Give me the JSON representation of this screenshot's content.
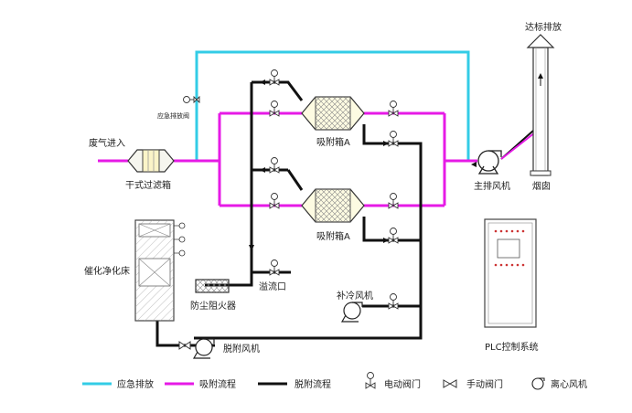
{
  "labels": {
    "inlet": "废气进入",
    "dry_filter": "干式过滤箱",
    "emergency_valve": "应急排放阀",
    "adsorber_a1": "吸附箱A",
    "adsorber_a2": "吸附箱A",
    "main_fan": "主排风机",
    "chimney": "烟囱",
    "discharge": "达标排放",
    "catalytic_bed": "催化净化床",
    "flame_arrester": "防尘阻火器",
    "overflow": "溢流口",
    "cooling_fan": "补冷风机",
    "desorption_fan": "脱附风机",
    "plc": "PLC控制系统"
  },
  "legend": [
    {
      "text": "应急排放",
      "color": "#33cce6",
      "kind": "line"
    },
    {
      "text": "吸附流程",
      "color": "#e61ae6",
      "kind": "line"
    },
    {
      "text": "脱附流程",
      "color": "#111111",
      "kind": "line"
    },
    {
      "text": "电动阀门",
      "kind": "motor-valve-icon"
    },
    {
      "text": "手动阀门",
      "kind": "manual-valve-icon"
    },
    {
      "text": "离心风机",
      "kind": "centrifugal-fan-icon"
    }
  ],
  "colors": {
    "emergency": "#33cce6",
    "adsorption": "#e61ae6",
    "desorption": "#111111"
  }
}
